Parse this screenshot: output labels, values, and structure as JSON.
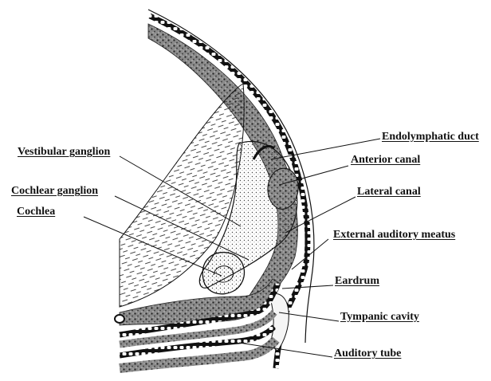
{
  "labels": {
    "endolymphatic_duct": "Endolymphatic duct",
    "vestibular_ganglion": "Vestibular ganglion",
    "anterior_canal": "Anterior canal",
    "cochlear_ganglion": "Cochlear ganglion",
    "lateral_canal": "Lateral canal",
    "cochlea": "Cochlea",
    "external_auditory_meatus": "External auditory meatus",
    "eardrum": "Eardrum",
    "tympanic_cavity": "Tympanic cavity",
    "auditory_tube": "Auditory tube"
  },
  "colors": {
    "ink": "#111111",
    "stipple": "#555555",
    "background": "#ffffff"
  }
}
